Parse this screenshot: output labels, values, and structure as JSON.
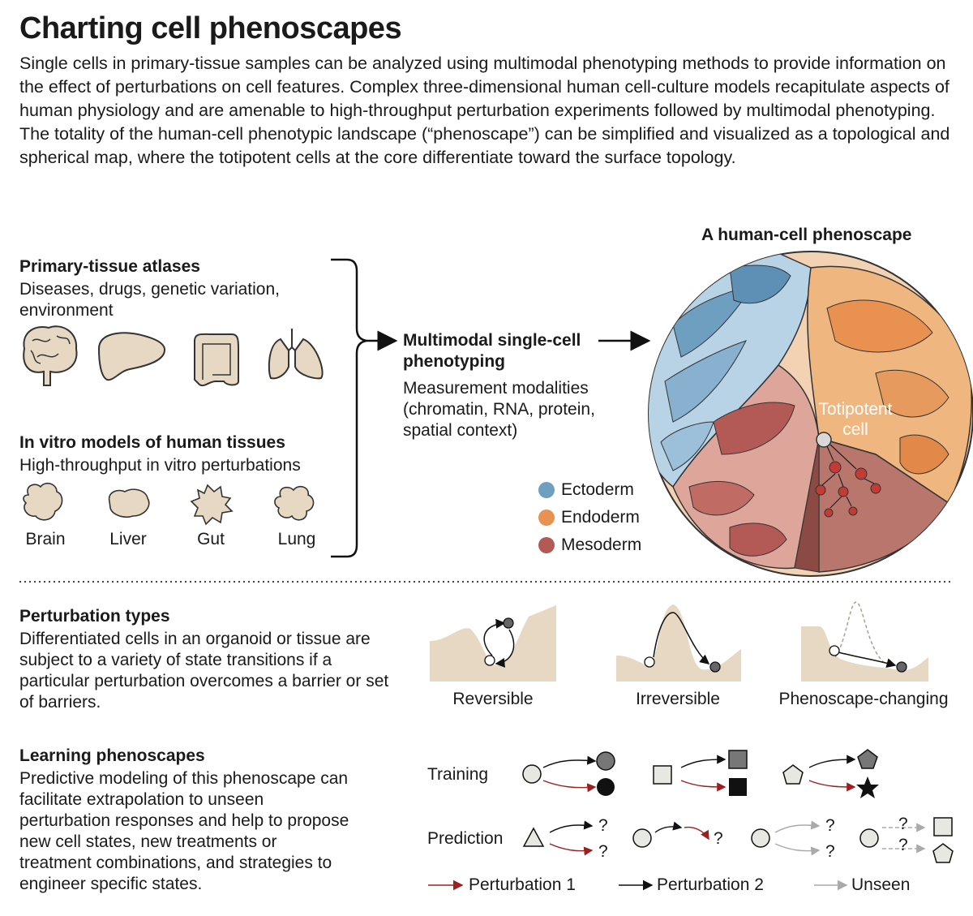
{
  "title": "Charting cell phenoscapes",
  "intro": "Single cells in primary-tissue samples can be analyzed using multimodal phenotyping methods to provide information on the effect of perturbations on cell features. Complex three-dimensional human cell-culture models recapitulate aspects of human physiology and are amenable to high-throughput perturbation experiments followed by multimodal phenotyping. The totality of the human-cell phenotypic landscape (“phenoscape”) can be simplified and visualized as a topological and spherical map, where the totipotent cells at the core differentiate toward the surface topology.",
  "atlases": {
    "heading": "Primary-tissue atlases",
    "description": "Diseases, drugs, genetic variation, environment",
    "organs": [
      "brain-icon",
      "liver-icon",
      "gut-icon",
      "lung-icon"
    ]
  },
  "in_vitro": {
    "heading": "In vitro models of human tissues",
    "description": "High-throughput in vitro perturbations",
    "organoids": [
      "Brain",
      "Liver",
      "Gut",
      "Lung"
    ]
  },
  "phenotyping": {
    "heading_line1": "Multimodal single-cell",
    "heading_line2": "phenotyping",
    "modalities": "Measurement modalities (chromatin, RNA, protein, spatial context)"
  },
  "phenoscape": {
    "title": "A human-cell phenoscape",
    "core_label": "Totipotent cell",
    "legend": [
      {
        "label": "Ectoderm",
        "color": "#6e9fc1"
      },
      {
        "label": "Endoderm",
        "color": "#e89150"
      },
      {
        "label": "Mesoderm",
        "color": "#b45a56"
      }
    ]
  },
  "perturbation": {
    "heading": "Perturbation types",
    "description": "Differentiated cells in an organoid or tissue are subject to a variety of state transitions if a particular perturbation overcomes a barrier or set of barriers.",
    "types": [
      "Reversible",
      "Irreversible",
      "Phenoscape-changing"
    ]
  },
  "learning": {
    "heading": "Learning phenoscapes",
    "description": "Predictive modeling of this phenoscape can facilitate extrapolation to unseen perturbation responses and help to propose new cell states, new treatments or treatment combinations, and strategies to engineer specific states.",
    "training_label": "Training",
    "prediction_label": "Prediction",
    "unknown_mark": "?",
    "legend": [
      "Perturbation 1",
      "Perturbation 2",
      "Unseen"
    ],
    "colors": {
      "perturbation_1": "#9b2020",
      "perturbation_2": "#111111",
      "unseen": "#aaaaaa"
    }
  }
}
